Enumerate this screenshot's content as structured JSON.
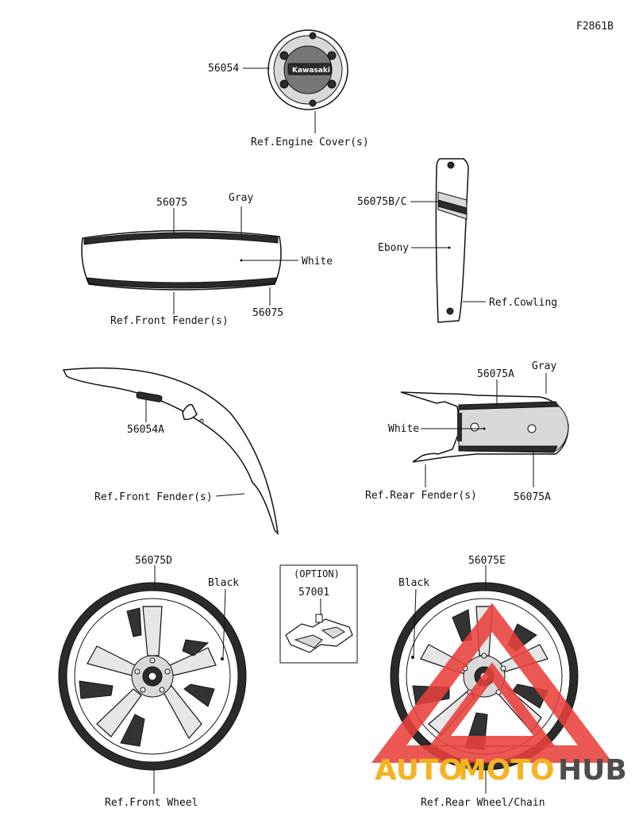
{
  "diagram_code": "F2861B",
  "labels": {
    "engine_part": "56054",
    "engine_ref": "Ref.Engine Cover(s)",
    "ff_part_top": "56075",
    "ff_gray": "Gray",
    "ff_white": "White",
    "ff_part_bottom": "56075",
    "ff_ref": "Ref.Front Fender(s)",
    "cowl_part": "56075B/C",
    "cowl_ebony": "Ebony",
    "cowl_ref": "Ref.Cowling",
    "ffs_part": "56054A",
    "ffs_ref": "Ref.Front Fender(s)",
    "rf_part_top": "56075A",
    "rf_gray": "Gray",
    "rf_white": "White",
    "rf_ref": "Ref.Rear Fender(s)",
    "rf_part_bottom": "56075A",
    "fw_part": "56075D",
    "fw_black": "Black",
    "fw_ref": "Ref.Front Wheel",
    "opt_title": "(OPTION)",
    "opt_part": "57001",
    "rw_part": "56075E",
    "rw_black": "Black",
    "rw_ref": "Ref.Rear Wheel/Chain"
  },
  "cover_badge": "Kawasaki",
  "watermark": {
    "word_auto": "AUTO",
    "word_moto": "MOTO",
    "word_hub": "HUB",
    "color_accent": "#e8403a",
    "color_yellow": "#f5b323",
    "color_gray": "#4d4d4d"
  }
}
